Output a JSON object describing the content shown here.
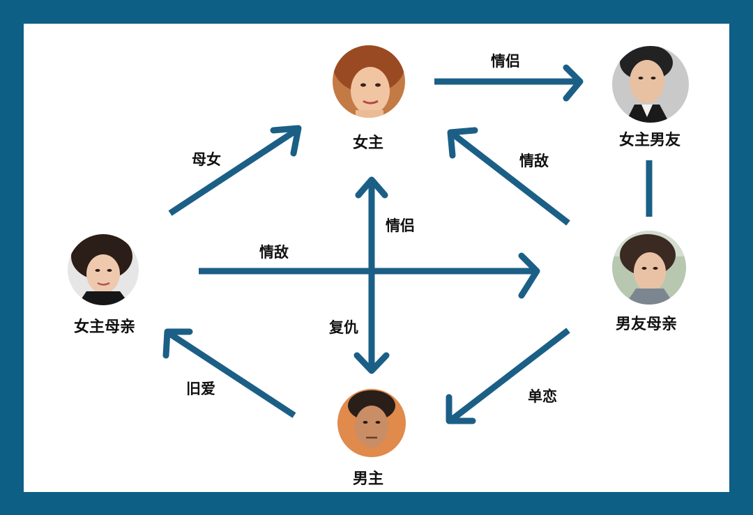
{
  "diagram": {
    "nodes": {
      "heroine": {
        "label": "女主"
      },
      "heroine_boyfriend": {
        "label": "女主男友"
      },
      "heroine_mother": {
        "label": "女主母亲"
      },
      "boyfriend_mother": {
        "label": "男友母亲"
      },
      "hero": {
        "label": "男主"
      }
    },
    "edges": {
      "mother_to_heroine": {
        "label": "母女"
      },
      "heroine_to_boyfriend": {
        "label": "情侣"
      },
      "bfmother_to_heroine": {
        "label": "情敌"
      },
      "mother_to_bfmother": {
        "label": "情敌"
      },
      "heroine_hero_couple": {
        "label": "情侣"
      },
      "heroine_hero_revenge": {
        "label": "复仇"
      },
      "hero_to_mother": {
        "label": "旧爱"
      },
      "bfmother_to_hero": {
        "label": "单恋"
      },
      "boyfriend_bfmother_link": {
        "label": ""
      }
    }
  },
  "colors": {
    "border": "#0e5f86",
    "arrow": "#1b5f86",
    "card": "#ffffff",
    "text": "#111111"
  }
}
